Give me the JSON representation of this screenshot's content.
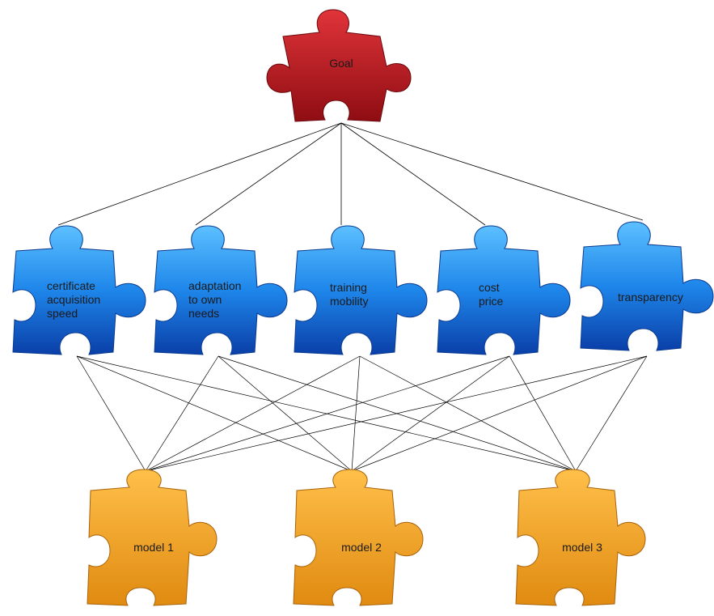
{
  "goal": {
    "label": "Goal",
    "color": "#c0181f"
  },
  "criteria": [
    {
      "lines": [
        "certificate",
        "acquisition",
        "speed"
      ]
    },
    {
      "lines": [
        "adaptation",
        "to own",
        "needs"
      ]
    },
    {
      "lines": [
        "training",
        "mobility"
      ]
    },
    {
      "lines": [
        "cost",
        "price"
      ]
    },
    {
      "lines": [
        "transparency"
      ]
    }
  ],
  "models": [
    {
      "label": "model 1"
    },
    {
      "label": "model 2"
    },
    {
      "label": "model 3"
    }
  ],
  "colors": {
    "goal": "#c0181f",
    "criteria": "#1e7fe0",
    "models": "#f0a020",
    "connector": "#000000"
  }
}
